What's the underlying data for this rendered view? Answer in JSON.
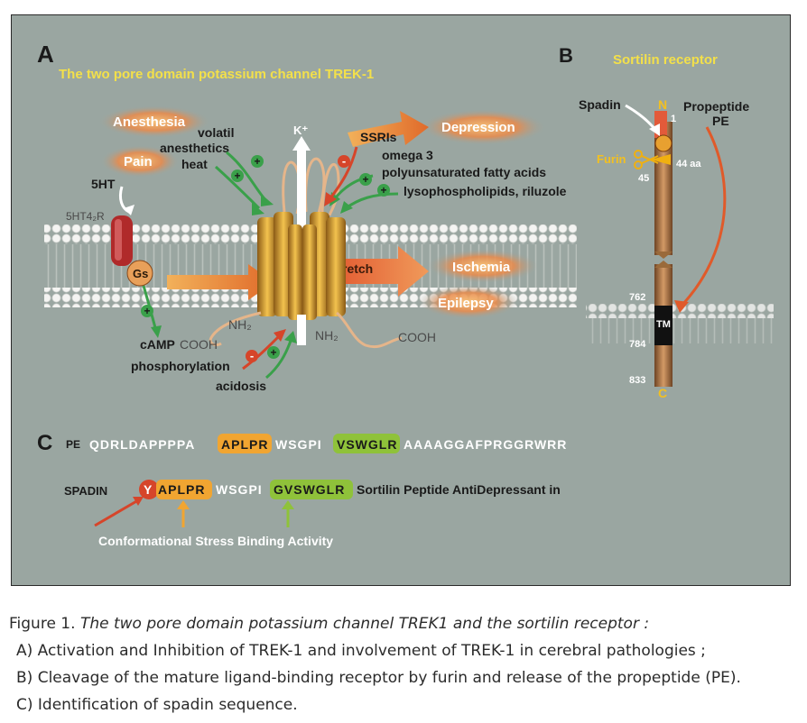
{
  "panel_a": {
    "letter": "A",
    "title": "The two pore domain potassium channel TREK-1",
    "labels": {
      "anesthesia": "Anesthesia",
      "volatil": "volatil",
      "anesthetics": "anesthetics",
      "pain": "Pain",
      "heat": "heat",
      "k_plus": "K⁺",
      "ssris": "SSRIs",
      "depression": "Depression",
      "omega": "omega 3",
      "pufa": "polyunsaturated fatty acids",
      "lyso": "lysophospholipids, riluzole",
      "fivehtt": "5HT",
      "receptor": "5HT4₂R",
      "gs": "Gs",
      "stretch": "Stretch",
      "ischemia": "Ischemia",
      "epilepsy": "Epilepsy",
      "camp": "cAMP",
      "cooh_left": "COOH",
      "nh2_left": "NH₂",
      "nh2_right": "NH₂",
      "cooh_right": "COOH",
      "phosphorylation": "phosphorylation",
      "acidosis": "acidosis",
      "plus": "+",
      "minus": "-"
    }
  },
  "panel_b": {
    "letter": "B",
    "title": "Sortilin receptor",
    "spadin": "Spadin",
    "n_label": "N",
    "one": "1",
    "propeptide": "Propeptide",
    "pe": "PE",
    "furin": "Furin",
    "aa44": "44 aa",
    "n45": "45",
    "n762": "762",
    "tm": "TM",
    "n784": "784",
    "n833": "833",
    "c_label": "C"
  },
  "panel_c": {
    "letter": "C",
    "pe_label": "PE",
    "pe_seq_1": "QDRLDAPPPPA",
    "pe_seq_apl": "APLPR",
    "pe_seq_2": "WSGPI",
    "pe_seq_vsw": "VSWGLR",
    "pe_seq_3": "AAAAGGAFPRGGRWRR",
    "spadin_label": "SPADIN",
    "sp_y": "Y",
    "sp_apl": "APLPR",
    "sp_mid": "WSGPI",
    "sp_gvs": "GVSWGLR",
    "sp_desc": "Sortilin Peptide AntiDepressant in",
    "legend": "Conformational Stress Binding Activity"
  },
  "caption": {
    "line1_head": "Figure 1.",
    "line1_body": "The two pore domain potassium channel TREK1 and the sortilin receptor :",
    "line2": "A) Activation and Inhibition of TREK-1 and involvement of TREK-1 in cerebral pathologies ;",
    "line3": "B) Cleavage of the mature ligand-binding receptor by furin and release of the propeptide (PE).",
    "line4": "C) Identification of spadin sequence."
  },
  "colors": {
    "background": "#9aa6a1",
    "title_yellow": "#f3e04a",
    "activation_green": "#3aa04a",
    "inhibition_red": "#d6452a",
    "channel_gold": "#d49a2a",
    "stalk_brown": "#b57a48",
    "apl_highlight": "#f1a531",
    "vsw_highlight": "#8fc23a"
  }
}
